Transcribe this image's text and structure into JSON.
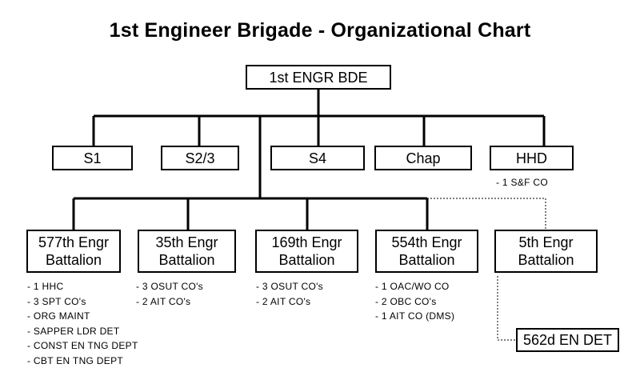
{
  "title": "1st Engineer Brigade - Organizational Chart",
  "top": {
    "label": "1st ENGR BDE"
  },
  "staff": [
    {
      "label": "S1"
    },
    {
      "label": "S2/3"
    },
    {
      "label": "S4"
    },
    {
      "label": "Chap"
    },
    {
      "label": "HHD",
      "notes": [
        "- 1 S&F CO"
      ]
    }
  ],
  "battalions": [
    {
      "line1": "577th Engr",
      "line2": "Battalion",
      "notes": [
        "- 1 HHC",
        "- 3 SPT CO's",
        "- ORG MAINT",
        "- SAPPER LDR DET",
        "- CONST EN TNG DEPT",
        "- CBT EN TNG DEPT"
      ]
    },
    {
      "line1": "35th Engr",
      "line2": "Battalion",
      "notes": [
        "- 3 OSUT CO's",
        "- 2 AIT CO's"
      ]
    },
    {
      "line1": "169th Engr",
      "line2": "Battalion",
      "notes": [
        "- 3 OSUT CO's",
        "- 2 AIT CO's"
      ]
    },
    {
      "line1": "554th Engr",
      "line2": "Battalion",
      "notes": [
        "- 1 OAC/WO CO",
        "- 2 OBC CO's",
        "- 1 AIT CO (DMS)"
      ]
    },
    {
      "line1": "5th Engr",
      "line2": "Battalion",
      "notes": []
    }
  ],
  "detachment": {
    "label": "562d EN DET"
  }
}
